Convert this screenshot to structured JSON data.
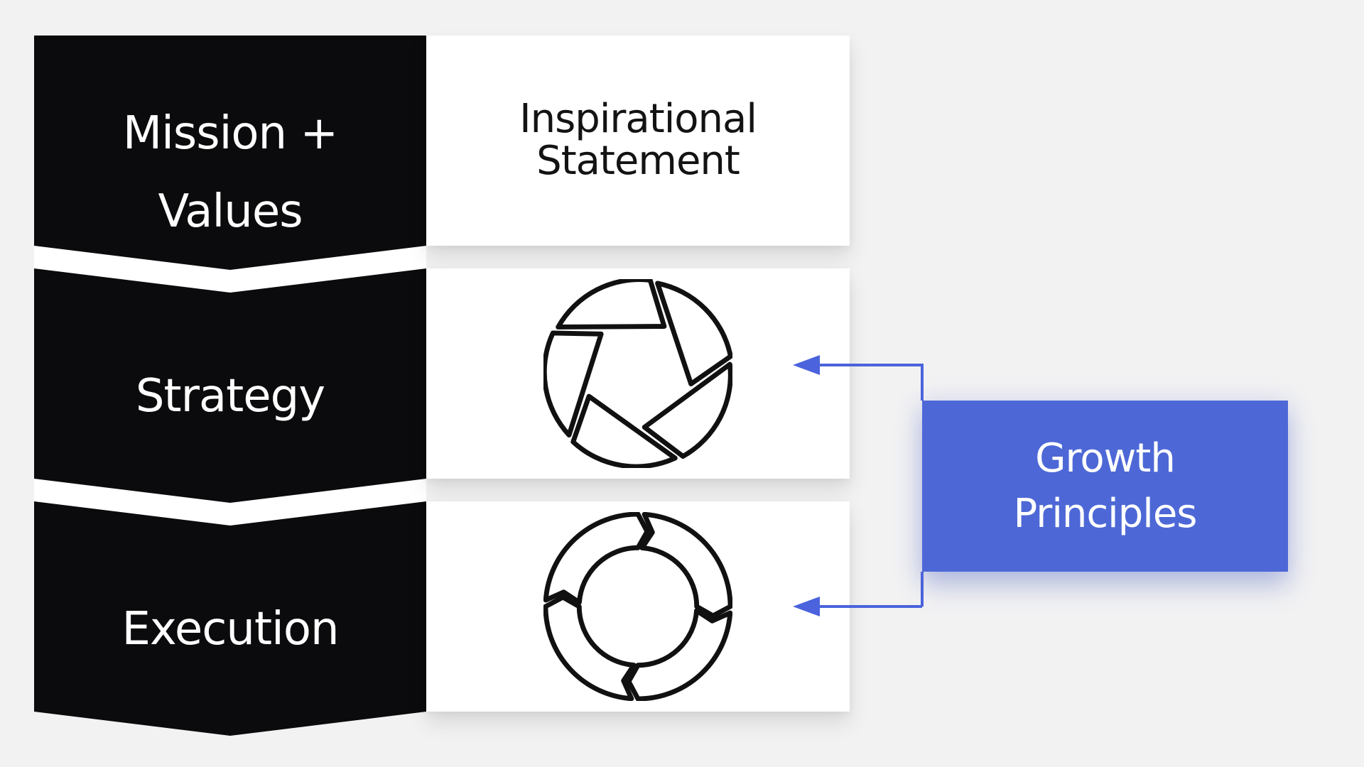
{
  "diagram": {
    "title_hint": "strategy-pyramid-diagram",
    "background_color": "#f2f2f3",
    "rows": [
      {
        "banner": {
          "line1": "Mission +",
          "line2": "Values",
          "color": "#0b0b0d",
          "text_color": "#ffffff"
        },
        "content": {
          "type": "text",
          "line1": "Inspirational",
          "line2": "Statement",
          "card_color": "#ffffff",
          "text_color": "#131313"
        }
      },
      {
        "banner": {
          "line1": "Strategy",
          "color": "#0b0b0d",
          "text_color": "#ffffff"
        },
        "content": {
          "type": "icon",
          "icon": "aperture-icon",
          "icon_color": "#111111",
          "card_color": "#ffffff"
        }
      },
      {
        "banner": {
          "line1": "Execution",
          "color": "#0b0b0d",
          "text_color": "#ffffff"
        },
        "content": {
          "type": "icon",
          "icon": "cycle-arrows-icon",
          "icon_color": "#111111",
          "card_color": "#ffffff"
        }
      }
    ],
    "callout": {
      "line1": "Growth",
      "line2": "Principles",
      "color": "#4d68d6",
      "text_color": "#ffffff",
      "points_to": [
        "Strategy row",
        "Execution row"
      ]
    },
    "connector": {
      "color": "#4b63dc",
      "style": "elbow",
      "arrowheads": "left-pointing"
    }
  }
}
